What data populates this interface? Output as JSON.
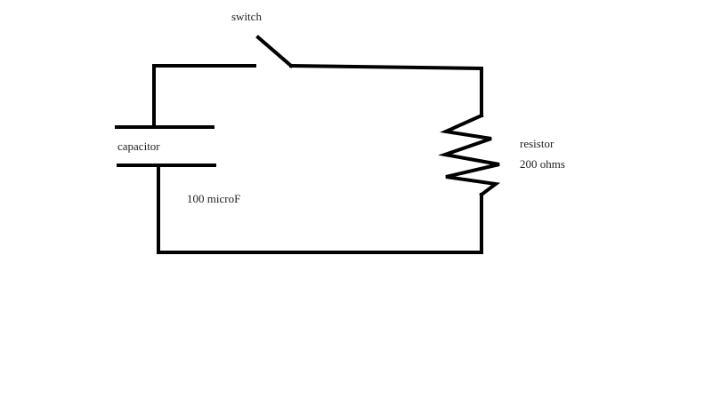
{
  "labels": {
    "switch": "switch",
    "capacitor": "capacitor",
    "capacitance": "100 microF",
    "resistor": "resistor",
    "resistance": "200 ohms"
  },
  "colors": {
    "wire": "#000000",
    "text": "#222222",
    "background": "#ffffff"
  }
}
